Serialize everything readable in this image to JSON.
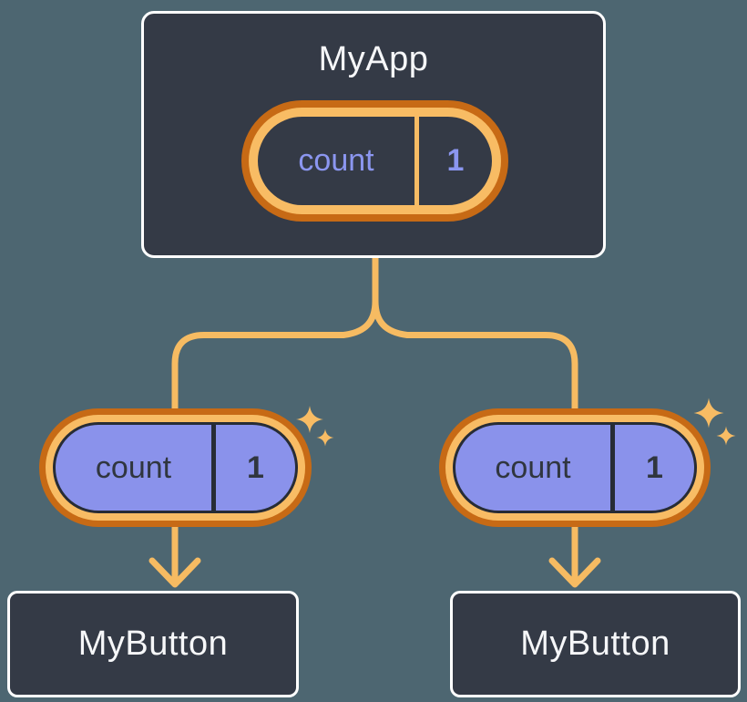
{
  "colors": {
    "background": "#4D6671",
    "node_fill": "#343A46",
    "node_border": "#FFFFFF",
    "node_text": "#F6F7F9",
    "connector": "#F6BB62",
    "sparkle": "#F8BC64",
    "pill_ring_outer": "#C76A15",
    "pill_ring_inner": "#F8BC64",
    "pill_fill_child": "#8A92EB",
    "pill_outline_dark": "#272C35",
    "state_text_parent": "#8B96F0",
    "state_text_child": "#30363F"
  },
  "icons": {
    "sparkle": "four-point-star",
    "arrow": "arrow-down"
  },
  "diagram": {
    "parent": {
      "label": "MyApp",
      "state": {
        "name": "count",
        "value": "1"
      }
    },
    "children": [
      {
        "label": "MyButton",
        "state": {
          "name": "count",
          "value": "1"
        }
      },
      {
        "label": "MyButton",
        "state": {
          "name": "count",
          "value": "1"
        }
      }
    ]
  }
}
